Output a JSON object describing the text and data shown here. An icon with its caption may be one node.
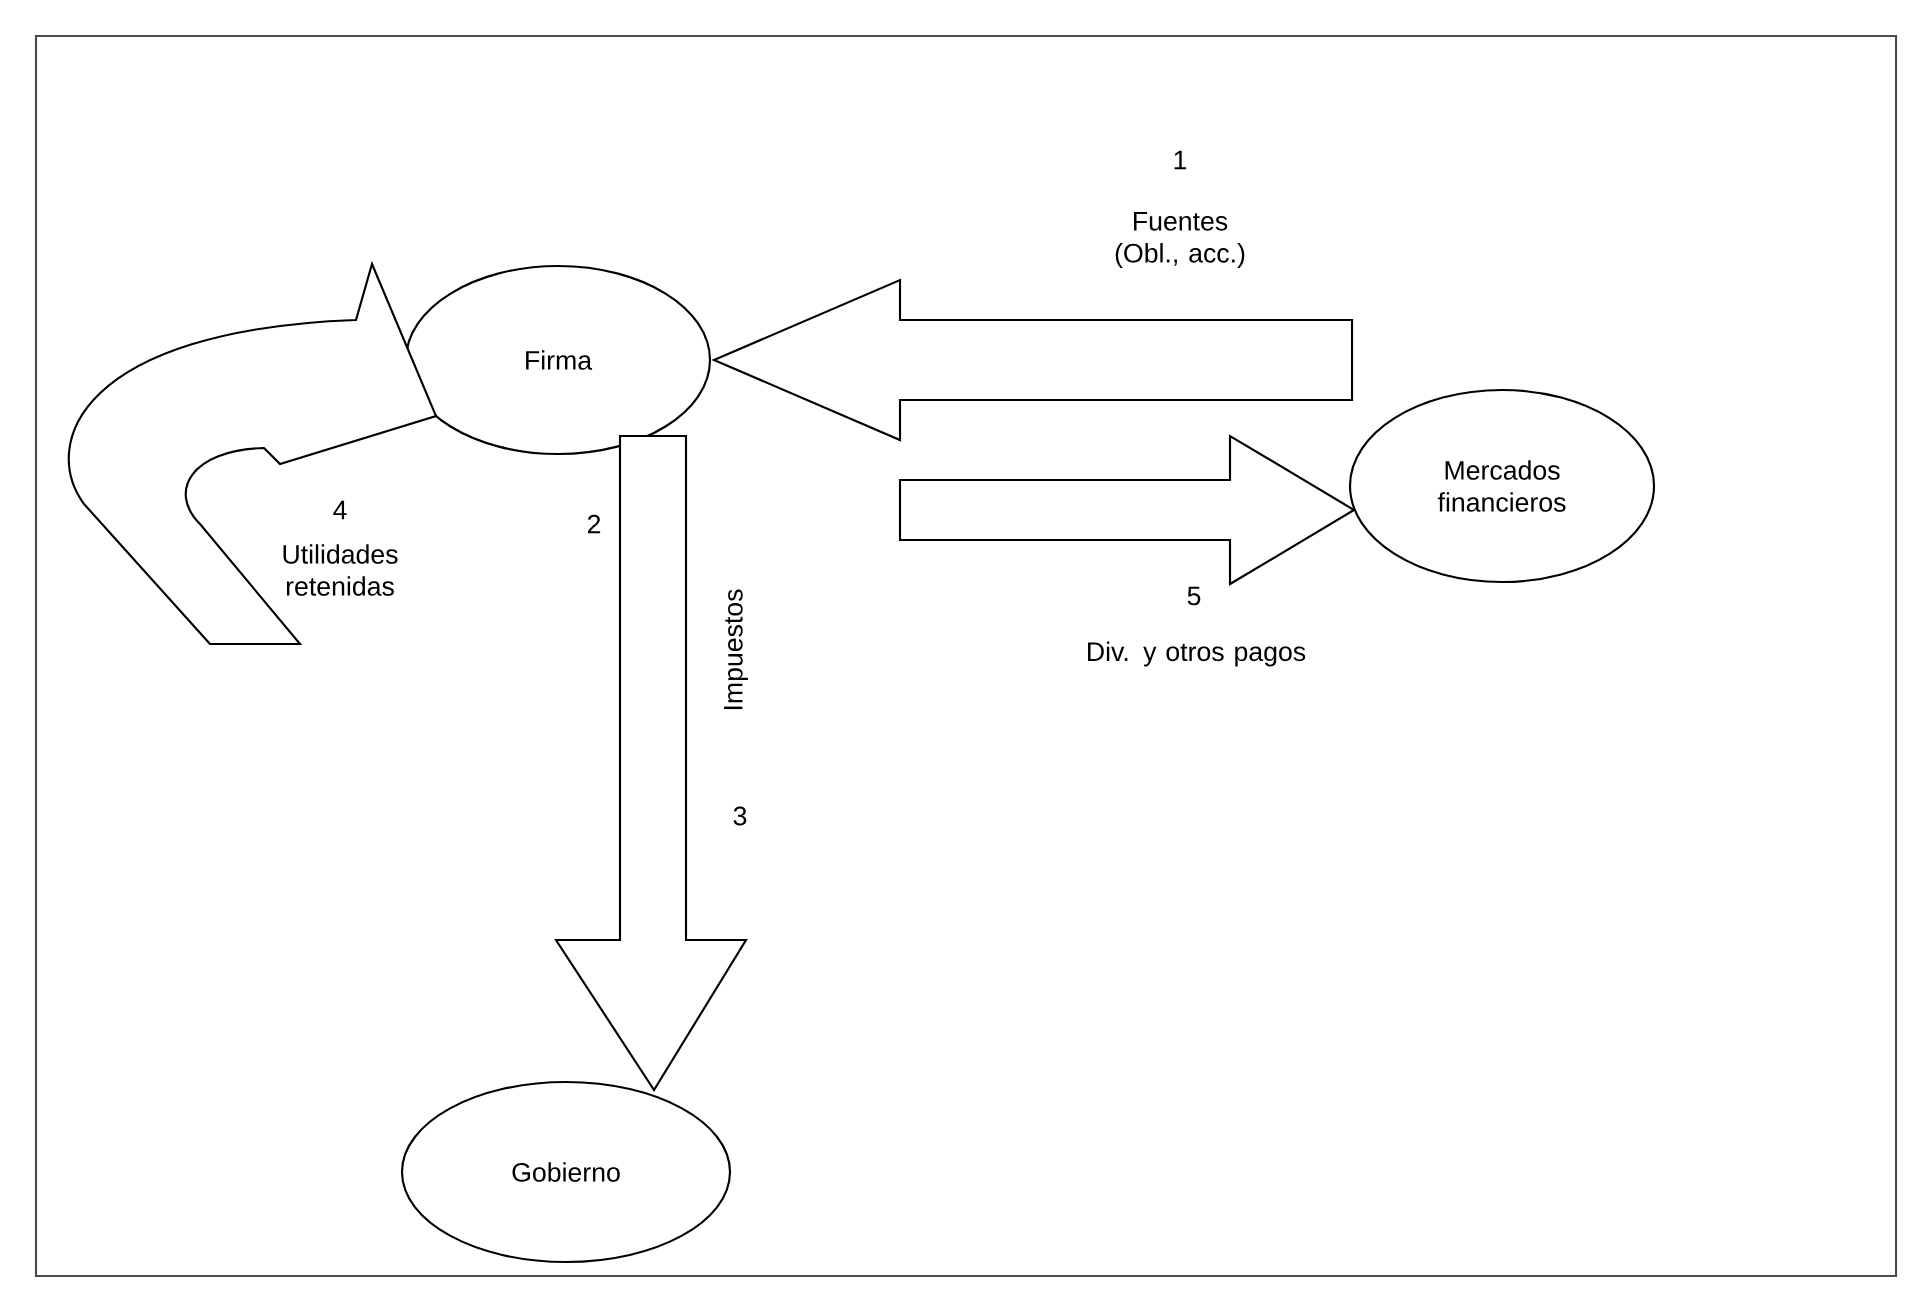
{
  "diagram": {
    "nodes": [
      {
        "text": [
          "Firma"
        ]
      },
      {
        "text": [
          "Mercados financieros"
        ]
      },
      {
        "text": [
          "Gobierno"
        ]
      }
    ],
    "edges": [
      {
        "from": 1,
        "to": 0,
        "arrow": "to",
        "label": "Fuentes (Obl., acc.)"
      },
      {
        "from": 0,
        "to": 1,
        "arrow": "to",
        "label": "Div. y otros pagos"
      },
      {
        "from": 0,
        "to": 2,
        "arrow": "to",
        "label": "Impuestos"
      },
      {
        "from": 0,
        "to": 0,
        "arrow": "to",
        "label": "Utilidades retenidas"
      }
    ],
    "labels": [
      "1",
      "2",
      "5",
      "4",
      "3"
    ]
  }
}
